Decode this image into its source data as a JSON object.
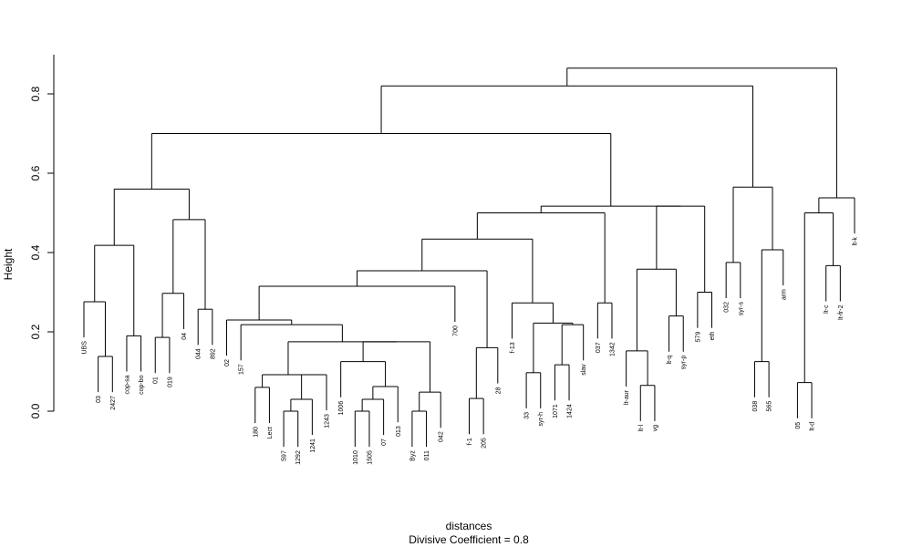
{
  "chart_data": {
    "type": "dendrogram",
    "ylabel": "Height",
    "xlabel": "distances",
    "subtitle": "Divisive Coefficient =  0.8",
    "ylim": [
      0,
      0.9
    ],
    "yticks": [
      0.0,
      0.2,
      0.4,
      0.6,
      0.8
    ],
    "ytick_labels": [
      "0.0",
      "0.2",
      "0.4",
      "0.6",
      "0.8"
    ],
    "hang": 0.09,
    "tree": {
      "h": 0.865,
      "c": [
        {
          "h": 0.82,
          "c": [
            {
              "h": 0.7,
              "c": [
                {
                  "h": 0.56,
                  "c": [
                    {
                      "h": 0.418,
                      "c": [
                        {
                          "h": 0.276,
                          "c": [
                            "UBS",
                            {
                              "h": 0.138,
                              "c": [
                                "03",
                                "2427"
                              ]
                            }
                          ]
                        },
                        {
                          "h": 0.19,
                          "c": [
                            "cop-sa",
                            "cop-bo"
                          ]
                        }
                      ]
                    },
                    {
                      "h": 0.483,
                      "c": [
                        {
                          "h": 0.297,
                          "c": [
                            {
                              "h": 0.186,
                              "c": [
                                "01",
                                "019"
                              ]
                            },
                            "04"
                          ]
                        },
                        {
                          "h": 0.257,
                          "c": [
                            "044",
                            "892"
                          ]
                        }
                      ]
                    }
                  ]
                },
                {
                  "h": 0.517,
                  "c": [
                    {
                      "h": 0.5,
                      "c": [
                        {
                          "h": 0.434,
                          "c": [
                            {
                              "h": 0.354,
                              "c": [
                                {
                                  "h": 0.315,
                                  "c": [
                                    {
                                      "h": 0.23,
                                      "c": [
                                        "02",
                                        {
                                          "h": 0.218,
                                          "c": [
                                            "157",
                                            {
                                              "h": 0.175,
                                              "c": [
                                                {
                                                  "h": 0.092,
                                                  "c": [
                                                    {
                                                      "h": 0.06,
                                                      "c": [
                                                        "180",
                                                        "Lect"
                                                      ]
                                                    },
                                                    {
                                                      "h": 0.092,
                                                      "c": [
                                                        {
                                                          "h": 0.03,
                                                          "c": [
                                                            {
                                                              "h": 0.0,
                                                              "c": [
                                                                "597",
                                                                "1292"
                                                              ]
                                                            },
                                                            "1241"
                                                          ]
                                                        },
                                                        "1243"
                                                      ]
                                                    }
                                                  ]
                                                },
                                                {
                                                  "h": 0.175,
                                                  "c": [
                                                    {
                                                      "h": 0.125,
                                                      "c": [
                                                        "1006",
                                                        {
                                                          "h": 0.062,
                                                          "c": [
                                                            {
                                                              "h": 0.03,
                                                              "c": [
                                                                {
                                                                  "h": 0.0,
                                                                  "c": [
                                                                    "1010",
                                                                    "1505"
                                                                  ]
                                                                },
                                                                "07"
                                                              ]
                                                            },
                                                            "013"
                                                          ]
                                                        }
                                                      ]
                                                    },
                                                    {
                                                      "h": 0.048,
                                                      "c": [
                                                        {
                                                          "h": 0.0,
                                                          "c": [
                                                            "Byz",
                                                            "011"
                                                          ]
                                                        },
                                                        "042"
                                                      ]
                                                    }
                                                  ]
                                                }
                                              ]
                                            }
                                          ]
                                        }
                                      ]
                                    },
                                    "700"
                                  ]
                                },
                                {
                                  "h": 0.16,
                                  "c": [
                                    {
                                      "h": 0.032,
                                      "c": [
                                        "f-1",
                                        "205"
                                      ]
                                    },
                                    "28"
                                  ]
                                }
                              ]
                            },
                            {
                              "h": 0.273,
                              "c": [
                                "f-13",
                                {
                                  "h": 0.222,
                                  "c": [
                                    {
                                      "h": 0.097,
                                      "c": [
                                        "33",
                                        "syr-h"
                                      ]
                                    },
                                    {
                                      "h": 0.218,
                                      "c": [
                                        {
                                          "h": 0.117,
                                          "c": [
                                            "1071",
                                            "1424"
                                          ]
                                        },
                                        "slav"
                                      ]
                                    }
                                  ]
                                }
                              ]
                            }
                          ]
                        },
                        {
                          "h": 0.273,
                          "c": [
                            "037",
                            "1342"
                          ]
                        }
                      ]
                    },
                    {
                      "h": 0.517,
                      "c": [
                        {
                          "h": 0.358,
                          "c": [
                            {
                              "h": 0.152,
                              "c": [
                                "lt-aur",
                                {
                                  "h": 0.065,
                                  "c": [
                                    "lt-l",
                                    "vg"
                                  ]
                                }
                              ]
                            },
                            {
                              "h": 0.24,
                              "c": [
                                "lt-q",
                                "syr-p"
                              ]
                            }
                          ]
                        },
                        {
                          "h": 0.3,
                          "c": [
                            "579",
                            "eth"
                          ]
                        }
                      ]
                    }
                  ]
                }
              ]
            },
            {
              "h": 0.565,
              "c": [
                {
                  "h": 0.375,
                  "c": [
                    "032",
                    "syr-s"
                  ]
                },
                {
                  "h": 0.407,
                  "c": [
                    {
                      "h": 0.125,
                      "c": [
                        "038",
                        "565"
                      ]
                    },
                    "arm"
                  ]
                }
              ]
            }
          ]
        },
        {
          "h": 0.538,
          "c": [
            {
              "h": 0.5,
              "c": [
                {
                  "h": 0.072,
                  "c": [
                    "05",
                    "lt-d"
                  ]
                },
                {
                  "h": 0.367,
                  "c": [
                    "lt-c",
                    "lt-fr-2"
                  ]
                }
              ]
            },
            "lt-k"
          ]
        }
      ]
    }
  }
}
